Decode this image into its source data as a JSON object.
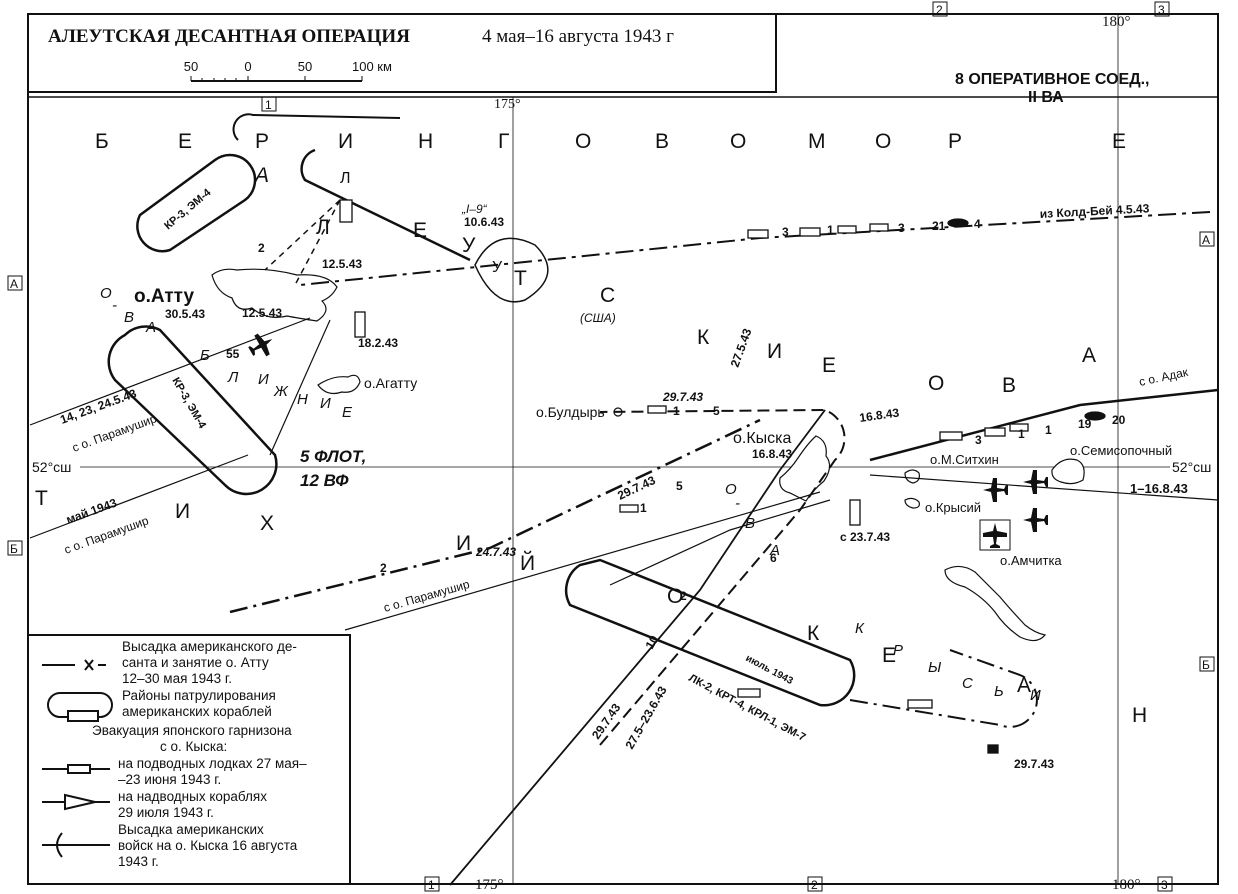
{
  "title": "АЛЕУТСКАЯ ДЕСАНТНАЯ ОПЕРАЦИЯ",
  "title_dates": "4 мая–16 августа 1943 г",
  "scale": {
    "ticks": [
      "50",
      "0",
      "50",
      "100 км"
    ]
  },
  "formation_label": {
    "line1": "8 ОПЕРАТИВНОЕ СОЕД.,",
    "line2": "II ВА"
  },
  "fleet_label": {
    "line1": "5 ФЛОТ,",
    "line2": "12 ВФ"
  },
  "grid": {
    "lon_175": "175°",
    "lon_180": "180°",
    "lat_52": "52°сш",
    "cells": [
      "1",
      "2",
      "3"
    ],
    "rows": [
      "А",
      "Б"
    ]
  },
  "sea_labels": {
    "bering": [
      "Б",
      "Е",
      "Р",
      "И",
      "Н",
      "Г",
      "О",
      "В",
      "О",
      "М",
      "О",
      "Р",
      "Е"
    ],
    "aleutian": [
      "А",
      "Л",
      "Е",
      "У",
      "Т",
      "С",
      "К",
      "И",
      "Е",
      "О",
      "В",
      "А"
    ],
    "usa": "(США)",
    "near_islands": [
      "О",
      "-",
      "В",
      "А",
      "Б",
      "Л",
      "И",
      "Ж",
      "Н",
      "И",
      "Е"
    ],
    "pacific": [
      "Т",
      "И",
      "Х",
      "И",
      "Й",
      "О",
      "К",
      "Е",
      "А",
      "Н"
    ],
    "pacific_date": "24.7.43",
    "rat_islands": [
      "О",
      "-",
      "В",
      "А",
      "К",
      "Р",
      "Ы",
      "С",
      "Ь",
      "И"
    ]
  },
  "islands": {
    "attu": "о.Атту",
    "attu_date": "30.5.43",
    "agattu": "о.Агатту",
    "buldyr": "о.Булдырь",
    "kiska": "о.Кыска",
    "kiska_date": "16.8.43",
    "little_sitkin": "о.М.Ситхин",
    "semisopochnoi": "о.Семисопочный",
    "rat": "о.Крысий",
    "amchitka": "о.Амчитка"
  },
  "annotations": {
    "from_cold_bay": "из Колд-Бей 4.5.43",
    "from_adak": "с о. Адак",
    "from_paramushir_1": "с о. Парамушир",
    "from_paramushir_2": "с о. Парамушир",
    "from_paramushir_3": "с о. Парамушир",
    "may_1943": "май 1943",
    "dates_14_23_24": "14, 23, 24.5.43",
    "d_12_5_a": "12.5.43",
    "d_12_5_b": "12.5.43",
    "d_18_2": "18.2.43",
    "d_10_6": "10.6.43",
    "i1_9": "„I–9“",
    "d_27_5": "27.5.43",
    "d_29_7_a": "29.7.43",
    "d_29_7_b": "29.7.43",
    "d_29_7_c": "29.7.43",
    "d_29_7_d": "29.7.43",
    "d_16_8": "16.8.43",
    "d_1_16_8": "1–16.8.43",
    "d_23_7": "с 23.7.43",
    "d_27_5_23_6": "27.5–23.6.43",
    "july_1943": "июль 1943",
    "patrol_south": "ЛК-2, КРТ-4, КРЛ-1, ЭМ-7",
    "patrol_west": "КР-3, ЭМ-4",
    "patrol_nw": "КР-3, ЭМ-4",
    "letter_L": "Л",
    "letter_U": "У",
    "counts_cold_bay": [
      "3",
      "1",
      "3",
      "21",
      "4"
    ],
    "counts_adak": [
      "3",
      "1",
      "1",
      "19",
      "20"
    ],
    "n55": "55",
    "n2": "2",
    "n2b": "2",
    "n1": "1",
    "n5": "5",
    "n1b": "1",
    "n5b": "5",
    "n6": "6",
    "n10": "10",
    "n2c": "2"
  },
  "legend": {
    "item1": [
      "Высадка американского де-",
      "санта  и занятие о. Атту",
      "12–30 мая 1943 г."
    ],
    "item2": [
      "Районы патрулирования",
      "американских кораблей"
    ],
    "heading": [
      "Эвакуация японского гарнизона",
      "с о. Кыска:"
    ],
    "item3": [
      "на подводных лодках 27 мая–",
      "–23 июня 1943 г."
    ],
    "item4": [
      "на надводных кораблях",
      "29 июля 1943 г."
    ],
    "item5": [
      "Высадка американских",
      "войск на о. Кыска 16 августа",
      "1943 г."
    ]
  }
}
